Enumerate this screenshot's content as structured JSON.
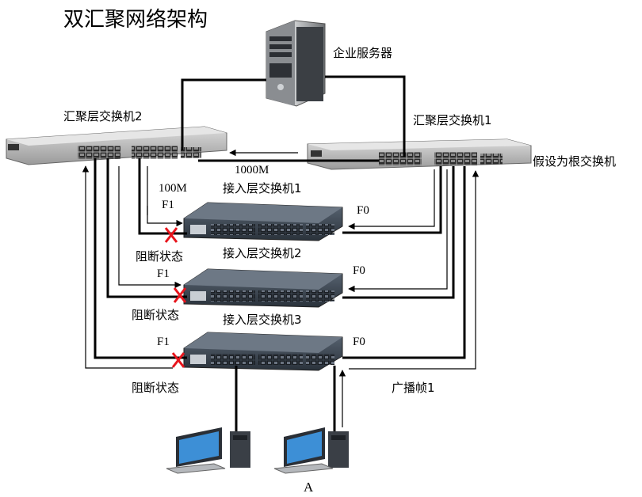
{
  "title": "双汇聚网络架构",
  "server": {
    "label": "企业服务器"
  },
  "agg_switch_2": {
    "label": "汇聚层交换机2"
  },
  "agg_switch_1": {
    "label": "汇聚层交换机1",
    "note": "假设为根交换机"
  },
  "access_switch_1": {
    "label": "接入层交换机1",
    "port_left": "F1",
    "port_right": "F0",
    "blocked_label": "阻断状态"
  },
  "access_switch_2": {
    "label": "接入层交换机2",
    "port_left": "F1",
    "port_right": "F0",
    "blocked_label": "阻断状态"
  },
  "access_switch_3": {
    "label": "接入层交换机3",
    "port_left": "F1",
    "port_right": "F0",
    "blocked_label": "阻断状态"
  },
  "links": {
    "uplink_speed": "1000M",
    "access_speed": "100M"
  },
  "broadcast_label": "广播帧1",
  "host_a_label": "A",
  "colors": {
    "block_mark": "#e8141c",
    "line": "#000000",
    "switch_body": "#3a4552",
    "switch_light": "#c9c9c9"
  }
}
